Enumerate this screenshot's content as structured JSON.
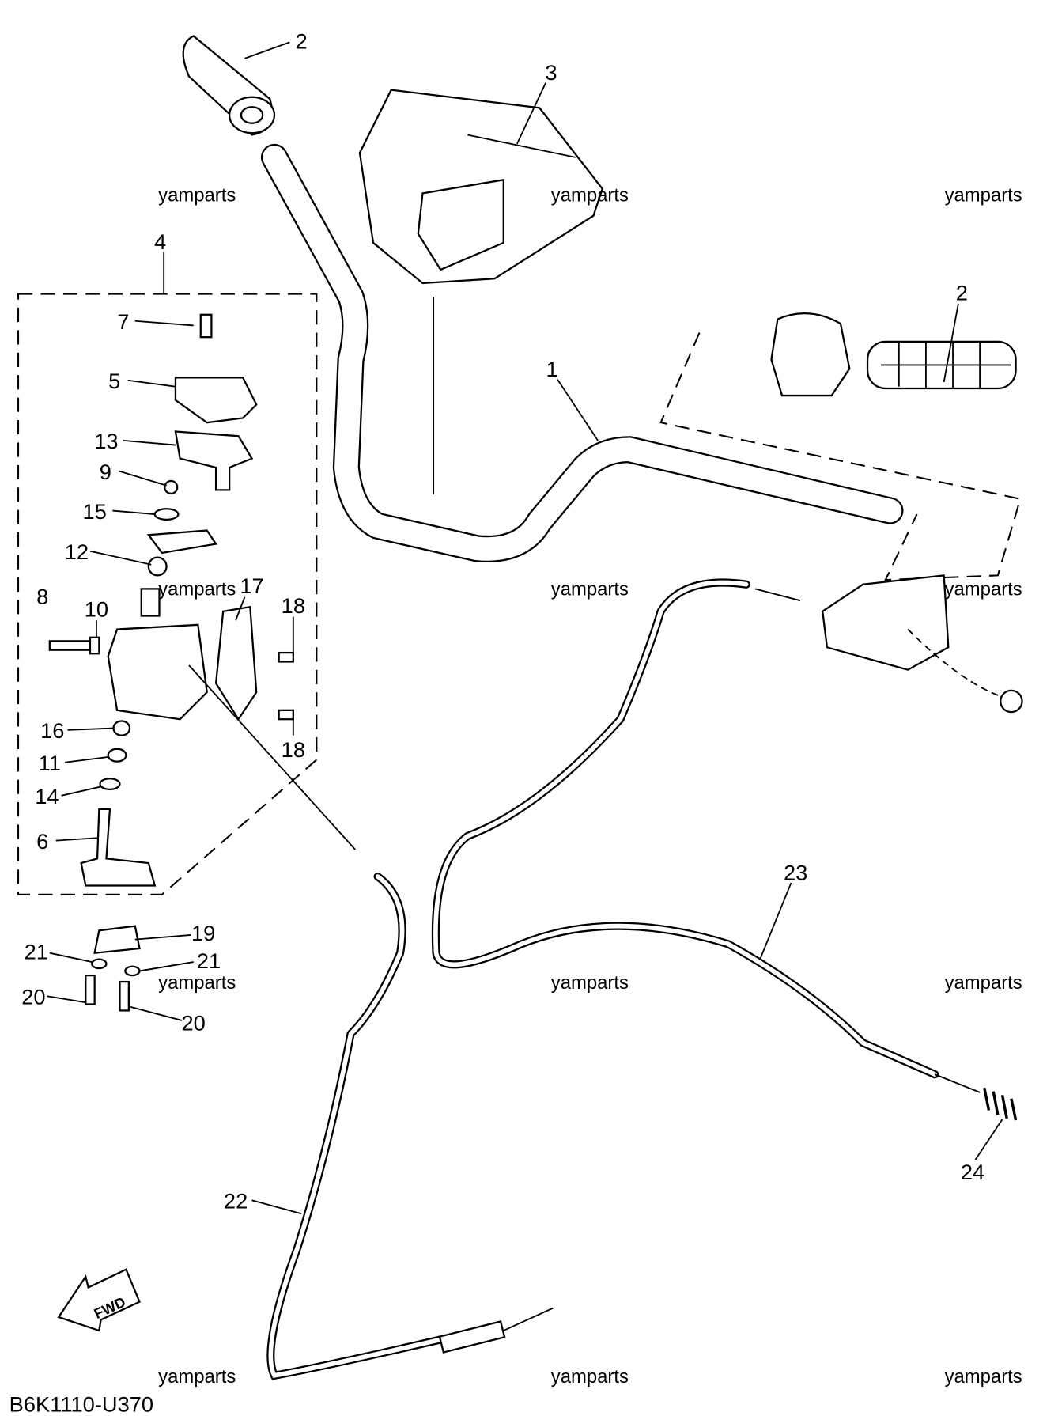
{
  "diagram_code": "B6K1110-U370",
  "fwd_arrow_label": "FWD",
  "watermark": "yamparts",
  "watermarks": [
    "yamparts",
    "yamparts",
    "yamparts",
    "yamparts",
    "yamparts",
    "yamparts",
    "yamparts",
    "yamparts",
    "yamparts",
    "yamparts",
    "yamparts",
    "yamparts"
  ],
  "callouts": [
    "2",
    "3",
    "4",
    "7",
    "5",
    "13",
    "9",
    "15",
    "12",
    "8",
    "10",
    "17",
    "18",
    "16",
    "11",
    "14",
    "18",
    "6",
    "19",
    "21",
    "21",
    "20",
    "20",
    "2",
    "1",
    "23",
    "24",
    "22"
  ]
}
